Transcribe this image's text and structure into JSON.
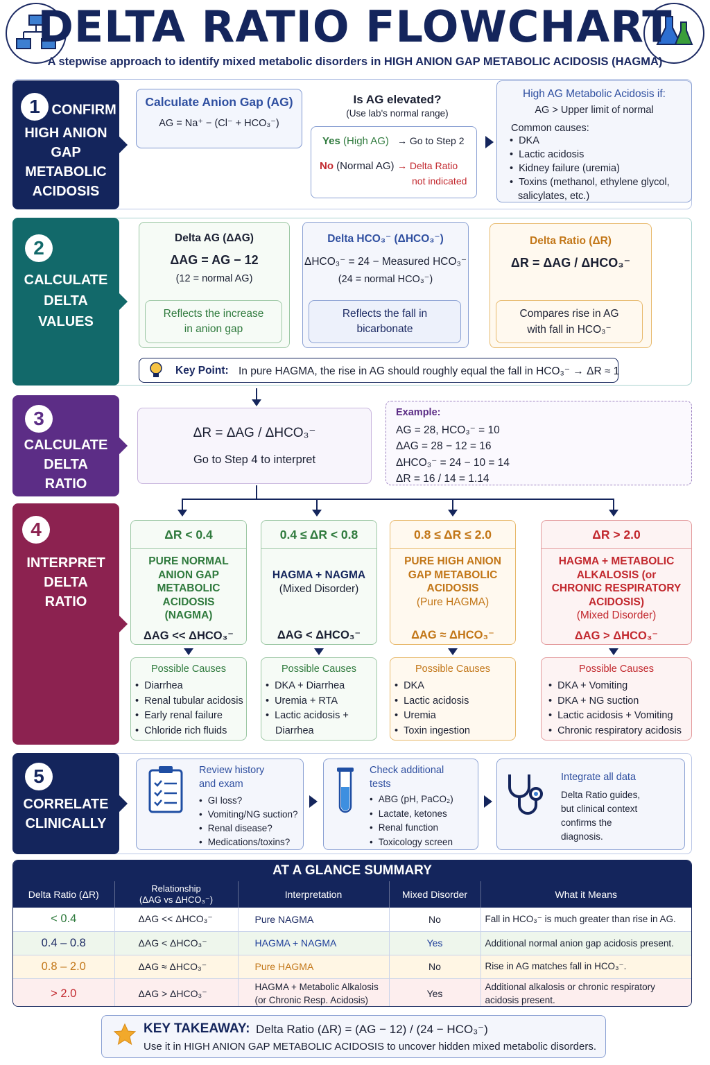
{
  "header": {
    "title": "DELTA RATIO FLOWCHART",
    "subtitle": "A stepwise approach to identify mixed metabolic disorders in HIGH ANION GAP METABOLIC ACIDOSIS (HAGMA)",
    "left_icon": "flowchart-icon",
    "right_icon": "flasks-icon"
  },
  "colors": {
    "navy": "#14255c",
    "teal": "#12696a",
    "purple": "#5c2d86",
    "crimson": "#8c2250",
    "green": "#2f7a3d",
    "blue": "#2f4fa0",
    "orange": "#c27617",
    "red": "#c2282e"
  },
  "step1": {
    "num": "1",
    "label_a": "CONFIRM",
    "label_b": "HIGH ANION",
    "label_c": "GAP",
    "label_d": "METABOLIC",
    "label_e": "ACIDOSIS",
    "calc_title": "Calculate Anion Gap (AG)",
    "calc_formula": "AG = Na⁺ − (Cl⁻ + HCO₃⁻)",
    "q_title": "Is AG elevated?",
    "q_sub": "(Use lab's normal range)",
    "yes_word": "Yes",
    "yes_rest": "(High AG)",
    "yes_action": "Go to Step 2",
    "no_word": "No",
    "no_rest": "(Normal AG)",
    "no_action_a": "Delta Ratio",
    "no_action_b": "not indicated",
    "info_title": "High AG Metabolic Acidosis if:",
    "info_sub": "AG > Upper limit of normal",
    "causes_title": "Common causes:",
    "causes": [
      "DKA",
      "Lactic acidosis",
      "Kidney failure (uremia)",
      "Toxins (methanol, ethylene glycol,",
      "salicylates, etc.)"
    ]
  },
  "step2": {
    "num": "2",
    "label_a": "CALCULATE",
    "label_b": "DELTA",
    "label_c": "VALUES",
    "ag_title": "Delta AG (ΔAG)",
    "ag_formula": "ΔAG = AG − 12",
    "ag_note": "(12 = normal AG)",
    "ag_desc_a": "Reflects the increase",
    "ag_desc_b": "in anion gap",
    "hco_title": "Delta HCO₃⁻ (ΔHCO₃⁻)",
    "hco_formula": "ΔHCO₃⁻ = 24 − Measured HCO₃⁻",
    "hco_note": "(24 = normal HCO₃⁻)",
    "hco_desc_a": "Reflects the fall in",
    "hco_desc_b": "bicarbonate",
    "dr_title": "Delta Ratio (ΔR)",
    "dr_formula": "ΔR = ΔAG / ΔHCO₃⁻",
    "dr_desc_a": "Compares rise in AG",
    "dr_desc_b": "with fall in HCO₃⁻",
    "key_label": "Key Point:",
    "key_text": "In pure HAGMA, the rise in AG should roughly equal the fall in HCO₃⁻  →  ΔR ≈ 1"
  },
  "step3": {
    "num": "3",
    "label_a": "CALCULATE",
    "label_b": "DELTA",
    "label_c": "RATIO",
    "formula": "ΔR = ΔAG / ΔHCO₃⁻",
    "action": "Go to Step 4 to interpret",
    "ex_title": "Example:",
    "ex_lines": [
      "AG = 28,   HCO₃⁻ = 10",
      "ΔAG = 28 − 12 = 16",
      "ΔHCO₃⁻ = 24 − 10 = 14",
      "ΔR = 16 / 14 = 1.14"
    ]
  },
  "step4": {
    "num": "4",
    "label_a": "INTERPRET",
    "label_b": "DELTA",
    "label_c": "RATIO",
    "causes_title": "Possible Causes",
    "cards": [
      {
        "range": "ΔR < 0.4",
        "diag": [
          "PURE NORMAL",
          "ANION GAP",
          "METABOLIC",
          "ACIDOSIS",
          "(NAGMA)"
        ],
        "rel": "ΔAG << ΔHCO₃⁻",
        "causes": [
          "Diarrhea",
          "Renal tubular acidosis",
          "Early renal failure",
          "Chloride rich fluids"
        ]
      },
      {
        "range": "0.4 ≤ ΔR < 0.8",
        "diag": [
          "HAGMA + NAGMA",
          "(Mixed Disorder)"
        ],
        "rel": "ΔAG < ΔHCO₃⁻",
        "causes": [
          "DKA + Diarrhea",
          "Uremia + RTA",
          "Lactic acidosis +",
          "Diarrhea"
        ]
      },
      {
        "range": "0.8 ≤ ΔR ≤ 2.0",
        "diag": [
          "PURE HIGH ANION",
          "GAP METABOLIC",
          "ACIDOSIS",
          "(Pure HAGMA)"
        ],
        "rel": "ΔAG ≈ ΔHCO₃⁻",
        "causes": [
          "DKA",
          "Lactic acidosis",
          "Uremia",
          "Toxin ingestion"
        ]
      },
      {
        "range": "ΔR > 2.0",
        "diag": [
          "HAGMA + METABOLIC",
          "ALKALOSIS (or",
          "CHRONIC RESPIRATORY",
          "ACIDOSIS)",
          "(Mixed Disorder)"
        ],
        "rel": "ΔAG > ΔHCO₃⁻",
        "causes": [
          "DKA + Vomiting",
          "DKA + NG suction",
          "Lactic acidosis + Vomiting",
          "Chronic respiratory acidosis"
        ]
      }
    ]
  },
  "step5": {
    "num": "5",
    "label_a": "CORRELATE",
    "label_b": "CLINICALLY",
    "hist_title_a": "Review history",
    "hist_title_b": "and exam",
    "hist_items": [
      "GI loss?",
      "Vomiting/NG suction?",
      "Renal disease?",
      "Medications/toxins?"
    ],
    "tests_title_a": "Check additional",
    "tests_title_b": "tests",
    "tests_items": [
      "ABG (pH, PaCO₂)",
      "Lactate, ketones",
      "Renal function",
      "Toxicology screen"
    ],
    "int_title": "Integrate all data",
    "int_text": [
      "Delta Ratio guides,",
      "but clinical context",
      "confirms the",
      "diagnosis."
    ]
  },
  "summary": {
    "title": "AT A GLANCE SUMMARY",
    "headers": [
      "Delta Ratio (ΔR)",
      "Relationship",
      "(ΔAG vs ΔHCO₃⁻)",
      "Interpretation",
      "Mixed Disorder",
      "What it Means"
    ],
    "rows": [
      {
        "range": "< 0.4",
        "rel": "ΔAG << ΔHCO₃⁻",
        "interp": "Pure NAGMA",
        "mixed": "No",
        "means": "Fall in HCO₃⁻ is much greater than rise in AG.",
        "means2": ""
      },
      {
        "range": "0.4 – 0.8",
        "rel": "ΔAG < ΔHCO₃⁻",
        "interp": "HAGMA + NAGMA",
        "mixed": "Yes",
        "means": "Additional normal anion gap acidosis present.",
        "means2": ""
      },
      {
        "range": "0.8 – 2.0",
        "rel": "ΔAG ≈ ΔHCO₃⁻",
        "interp": "Pure HAGMA",
        "mixed": "No",
        "means": "Rise in AG matches fall in HCO₃⁻.",
        "means2": ""
      },
      {
        "range": "> 2.0",
        "rel": "ΔAG > ΔHCO₃⁻",
        "interp": "HAGMA + Metabolic Alkalosis",
        "interp2": "(or Chronic Resp. Acidosis)",
        "mixed": "Yes",
        "means": "Additional alkalosis or chronic respiratory",
        "means2": "acidosis present."
      }
    ]
  },
  "takeaway": {
    "label": "KEY TAKEAWAY:",
    "formula": "Delta Ratio (ΔR) = (AG − 12) / (24 − HCO₃⁻)",
    "text": "Use it in HIGH ANION GAP METABOLIC ACIDOSIS to uncover hidden mixed metabolic disorders."
  }
}
